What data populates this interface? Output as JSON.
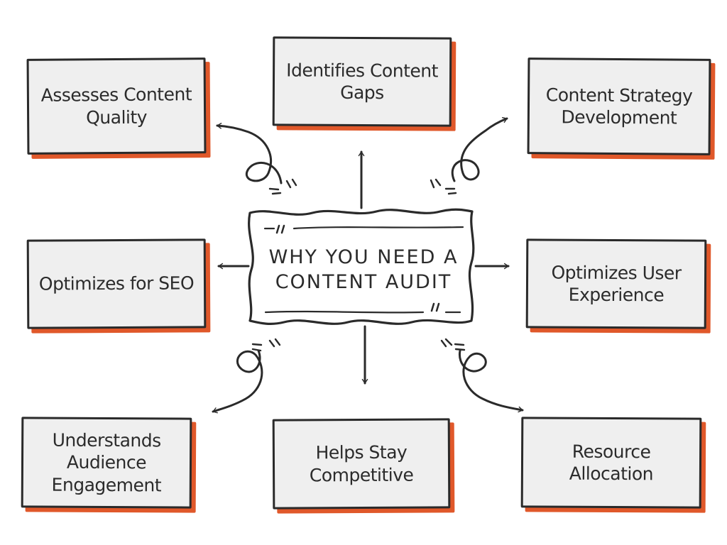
{
  "center": {
    "title": "WHY YOU NEED A CONTENT AUDIT"
  },
  "cards": [
    {
      "id": "assesses-content-quality",
      "label": "Assesses Content Quality"
    },
    {
      "id": "identifies-content-gaps",
      "label": "Identifies Content Gaps"
    },
    {
      "id": "content-strategy-development",
      "label": "Content Strategy Development"
    },
    {
      "id": "optimizes-for-seo",
      "label": "Optimizes for SEO"
    },
    {
      "id": "optimizes-user-experience",
      "label": "Optimizes User Experience"
    },
    {
      "id": "understands-audience-engagement",
      "label": "Understands Audience Engagement"
    },
    {
      "id": "helps-stay-competitive",
      "label": "Helps Stay Competitive"
    },
    {
      "id": "resource-allocation",
      "label": "Resource Allocation"
    }
  ],
  "colors": {
    "ink": "#2a2a2a",
    "card_fill": "#efefef",
    "accent_shadow": "#e0582a"
  }
}
